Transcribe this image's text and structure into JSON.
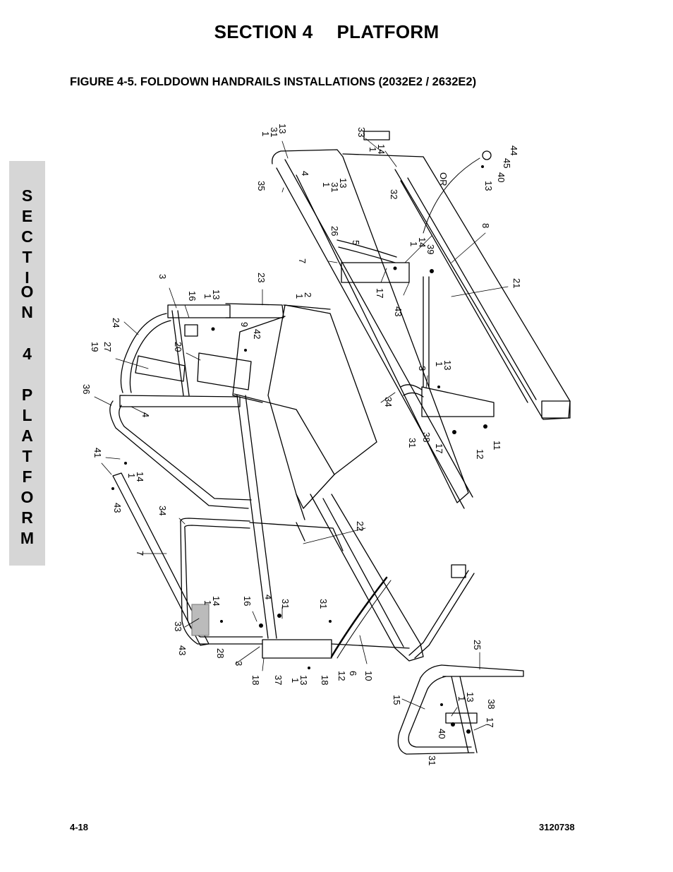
{
  "page": {
    "section_heading": [
      "SECTION 4",
      "PLATFORM"
    ],
    "figure_title": "FIGURE 4-5. FOLDDOWN HANDRAILS INSTALLATIONS (2032E2 / 2632E2)",
    "side_tab_letters": [
      "S",
      "E",
      "C",
      "T",
      "I",
      "O",
      "N",
      "",
      "4",
      "",
      "P",
      "L",
      "A",
      "T",
      "F",
      "O",
      "R",
      "M"
    ],
    "footer_left": "4-18",
    "footer_right": "3120738"
  },
  "diagram": {
    "callouts": [
      "1",
      "31",
      "13",
      "33",
      "1",
      "14",
      "4",
      "35",
      "31",
      "13",
      "1",
      "32",
      "OR",
      "13",
      "40",
      "45",
      "44",
      "8",
      "26",
      "5",
      "7",
      "1",
      "14",
      "39",
      "21",
      "17",
      "43",
      "3",
      "16",
      "1",
      "13",
      "23",
      "1",
      "2",
      "24",
      "9",
      "42",
      "19",
      "27",
      "20",
      "3",
      "1",
      "13",
      "36",
      "4",
      "34",
      "31",
      "38",
      "17",
      "12",
      "11",
      "41",
      "1",
      "14",
      "43",
      "34",
      "22",
      "7",
      "1",
      "14",
      "33",
      "43",
      "28",
      "16",
      "4",
      "31",
      "31",
      "3",
      "18",
      "37",
      "1",
      "13",
      "18",
      "12",
      "6",
      "10",
      "25",
      "15",
      "1",
      "13",
      "38",
      "17",
      "40",
      "31"
    ]
  }
}
